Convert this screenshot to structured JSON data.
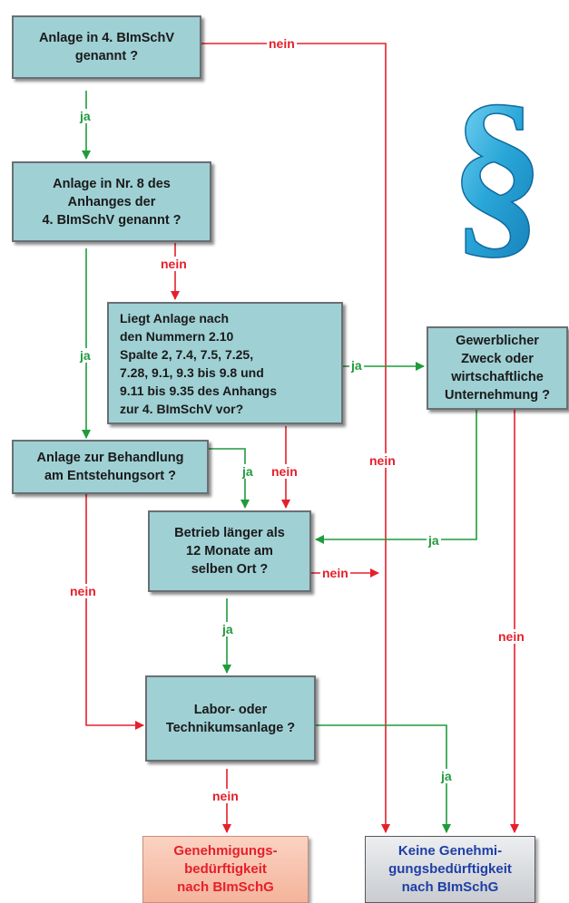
{
  "colors": {
    "yes_line": "#1f9b3c",
    "no_line": "#e5202b",
    "box_fill": "#9fd0d4",
    "paragraph_symbol": "#29a6d8"
  },
  "boxes": {
    "q1": "Anlage in 4. BImSchV\ngenannt ?",
    "q2": "Anlage in Nr. 8 des\nAnhanges der\n4. BImSchV genannt ?",
    "q3": "Liegt Anlage nach\nden Nummern 2.10\nSpalte 2, 7.4, 7.5, 7.25,\n7.28, 9.1, 9.3 bis 9.8 und\n9.11 bis 9.35 des Anhangs\nzur 4. BImSchV vor?",
    "q4": "Gewerblicher\nZweck oder\nwirtschaftliche\nUnternehmung ?",
    "q5": "Anlage zur Behandlung\nam Entstehungsort ?",
    "q6": "Betrieb länger als\n12 Monate am\nselben Ort ?",
    "q7": "Labor- oder\nTechnikumsanlage ?"
  },
  "results": {
    "required": "Genehmigungs-\nbedürftigkeit\nnach BImSchG",
    "not_required": "Keine Genehmi-\ngungsbedürftigkeit\nnach BImSchG"
  },
  "labels": {
    "yes": "ja",
    "no": "nein"
  },
  "icon": {
    "name": "paragraph-icon",
    "glyph": "§"
  }
}
